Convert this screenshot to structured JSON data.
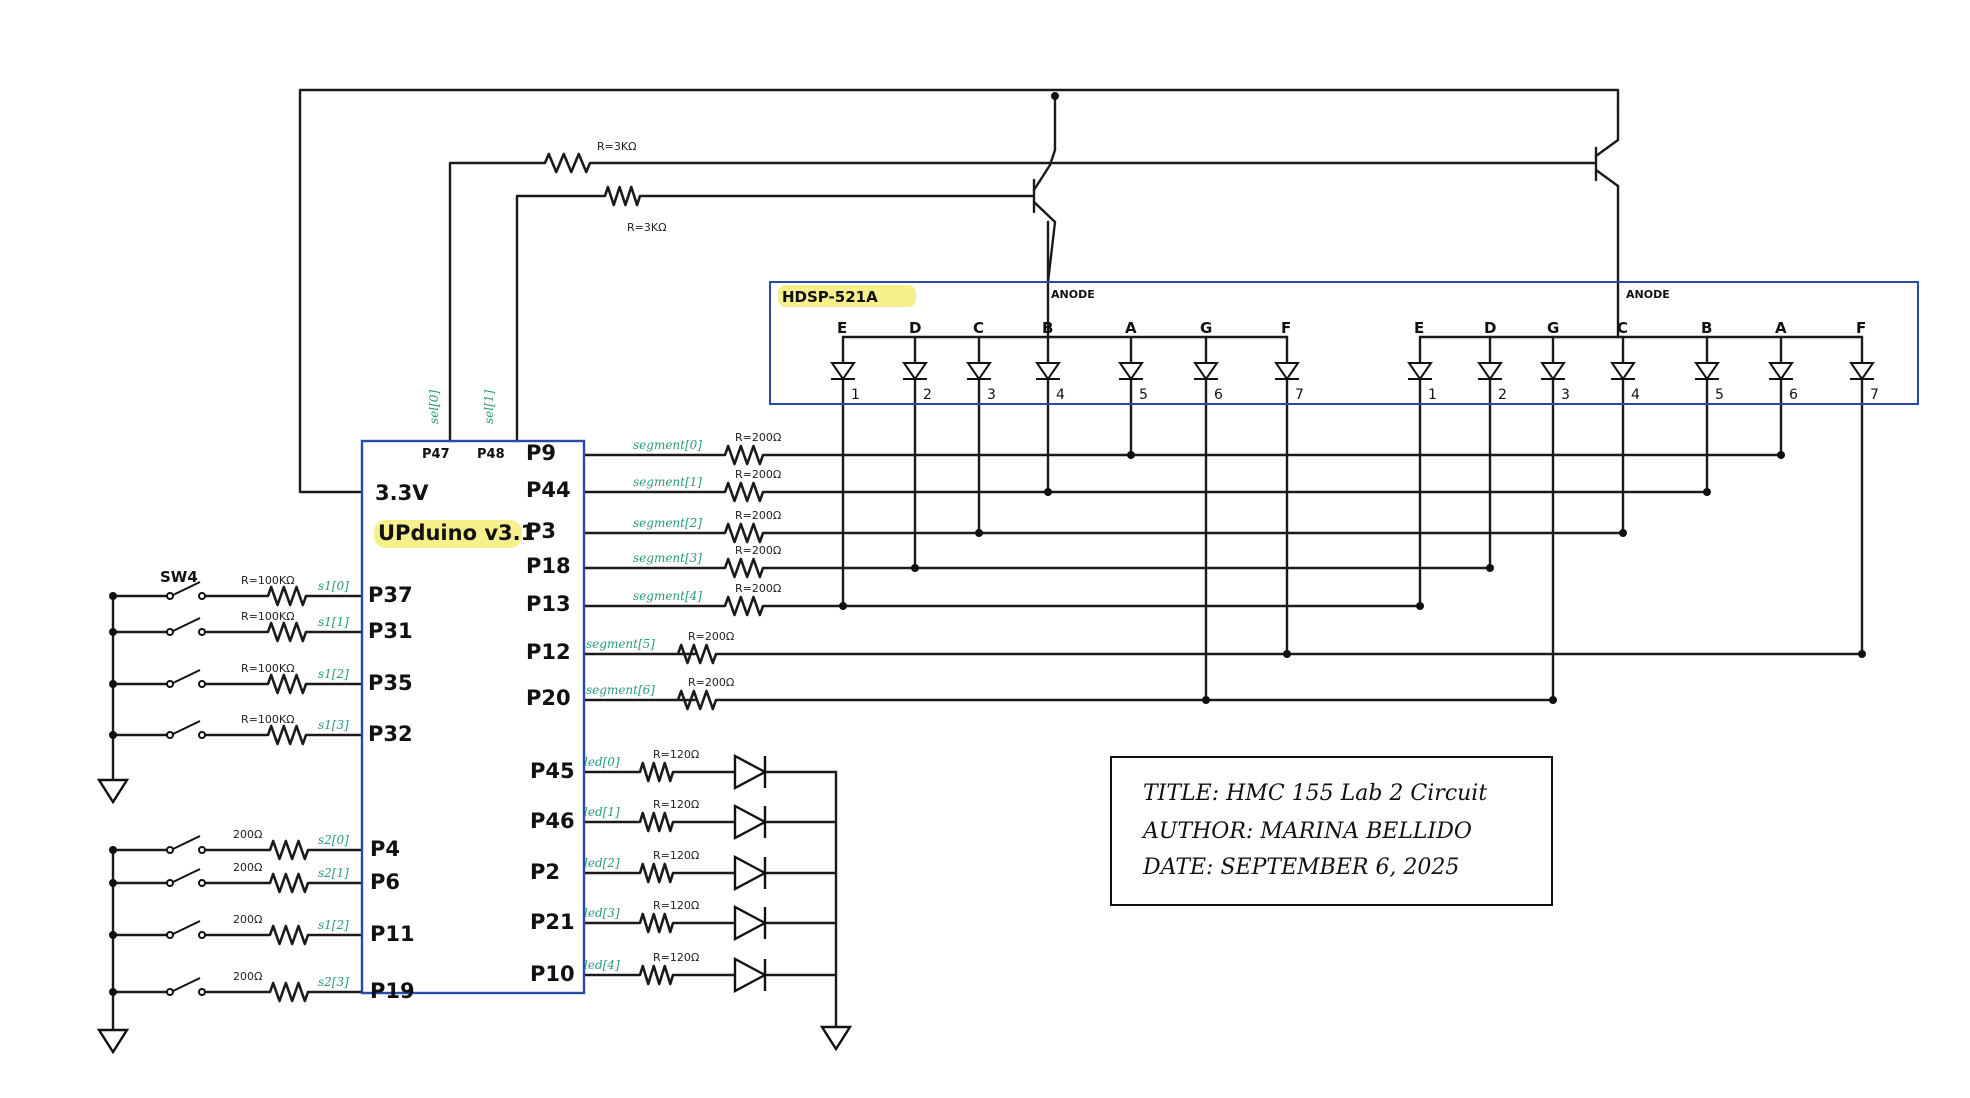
{
  "board": {
    "name": "UPduino v3.1",
    "voltage": "3.3V"
  },
  "sel_labels": [
    "sel[0]",
    "sel[1]"
  ],
  "sel_pins": [
    "P47",
    "P48"
  ],
  "resistor_sel": [
    "R=3KΩ",
    "R=3KΩ"
  ],
  "right_pins": [
    "P9",
    "P44",
    "P3",
    "P18",
    "P13",
    "P12",
    "P20"
  ],
  "segment_labels": [
    "segment[0]",
    "segment[1]",
    "segment[2]",
    "segment[3]",
    "segment[4]",
    "segment[5]",
    "segment[6]"
  ],
  "segment_resistors": [
    "R=200Ω",
    "R=200Ω",
    "R=200Ω",
    "R=200Ω",
    "R=200Ω",
    "R=200Ω",
    "R=200Ω"
  ],
  "led_pins": [
    "P45",
    "P46",
    "P2",
    "P21",
    "P10"
  ],
  "led_labels": [
    "led[0]",
    "led[1]",
    "led[2]",
    "led[3]",
    "led[4]"
  ],
  "led_resistors": [
    "R=120Ω",
    "R=120Ω",
    "R=120Ω",
    "R=120Ω",
    "R=120Ω"
  ],
  "s1_pins": [
    "P37",
    "P31",
    "P35",
    "P32"
  ],
  "s1_labels": [
    "s1[0]",
    "s1[1]",
    "s1[2]",
    "s1[3]"
  ],
  "s1_resistors": [
    "R=100KΩ",
    "R=100KΩ",
    "R=100KΩ",
    "R=100KΩ"
  ],
  "s2_pins": [
    "P4",
    "P6",
    "P11",
    "P19"
  ],
  "s2_labels": [
    "s2[0]",
    "s2[1]",
    "s1[2]",
    "s2[3]"
  ],
  "s2_resistors": [
    "200Ω",
    "200Ω",
    "200Ω",
    "200Ω"
  ],
  "switch_label": "SW4",
  "display": {
    "name": "HDSP-521A",
    "anode_label": "ANODE",
    "left_segments": [
      "E",
      "D",
      "C",
      "B",
      "A",
      "G",
      "F"
    ],
    "right_segments": [
      "E",
      "D",
      "G",
      "C",
      "B",
      "A",
      "F"
    ],
    "pin_numbers": [
      "1",
      "2",
      "3",
      "4",
      "5",
      "6",
      "7"
    ]
  },
  "title_block": {
    "title": "TITLE: HMC 155 Lab 2 Circuit",
    "author": "AUTHOR: MARINA BELLIDO",
    "date": "DATE: SEPTEMBER 6, 2025"
  },
  "colors": {
    "wire": "#1a1a1a",
    "board_outline": "#2a4aa8",
    "label_teal": "#2a9a7a",
    "highlight": "#f5f08a",
    "voltage_text": "#1f2f8a"
  }
}
